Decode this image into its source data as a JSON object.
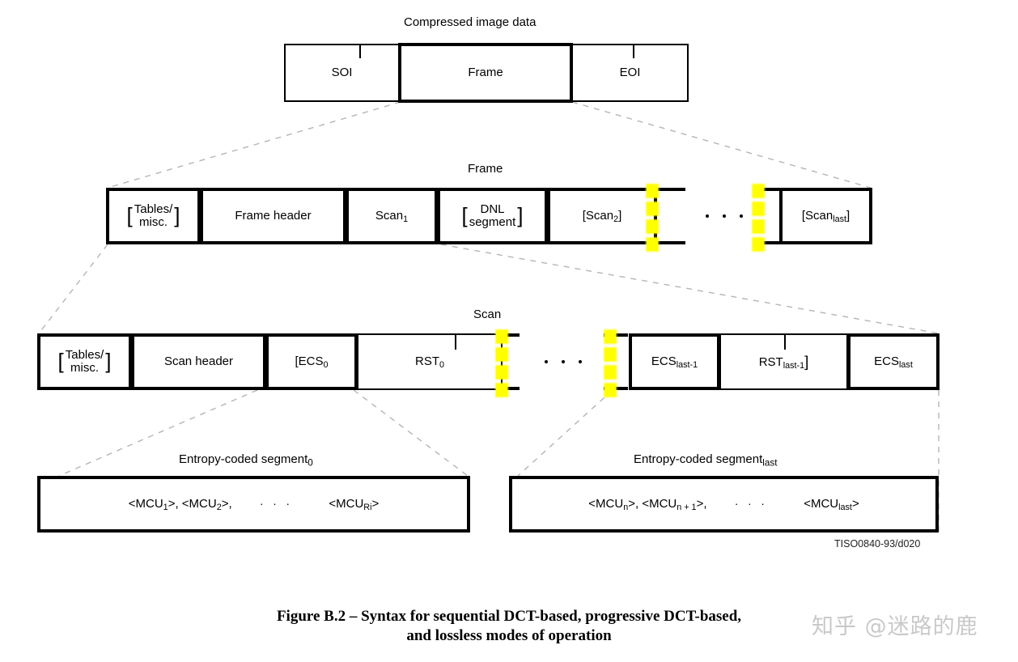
{
  "figure": {
    "id_code": "TISO0840-93/d020",
    "caption_line1": "Figure B.2 – Syntax for sequential DCT-based, progressive DCT-based,",
    "caption_line2": "and lossless modes of operation",
    "watermark": "知乎 @迷路的鹿"
  },
  "colors": {
    "highlight": "#ffff00",
    "stroke": "#000000",
    "background": "#ffffff",
    "connector": "#b5b5b5"
  },
  "levels": [
    {
      "name": "compressed-image-data",
      "title": "Compressed image data",
      "cells": [
        {
          "label": "SOI",
          "emphasis": "normal"
        },
        {
          "label": "Frame",
          "emphasis": "bold"
        },
        {
          "label": "EOI",
          "emphasis": "normal"
        }
      ]
    },
    {
      "name": "frame",
      "title": "Frame",
      "cells": [
        {
          "label": "Tables/ misc.",
          "line1": "Tables/",
          "line2": "misc.",
          "bracket": "both",
          "emphasis": "normal"
        },
        {
          "label": "Frame header",
          "emphasis": "normal"
        },
        {
          "label": "Scan",
          "sub": "1",
          "emphasis": "normal"
        },
        {
          "label": "DNL segment",
          "line1": "DNL",
          "line2": "segment",
          "bracket": "both",
          "emphasis": "normal"
        },
        {
          "label": "[Scan",
          "sub": "2",
          "suffix": "]",
          "emphasis": "normal"
        },
        {
          "label": "[Scan",
          "sub": "last",
          "suffix": "]",
          "emphasis": "normal"
        }
      ],
      "ellipsis": "· · ·"
    },
    {
      "name": "scan",
      "title": "Scan",
      "cells": [
        {
          "label": "Tables/ misc.",
          "line1": "Tables/",
          "line2": "misc.",
          "bracket": "both",
          "emphasis": "normal"
        },
        {
          "label": "Scan header",
          "emphasis": "normal"
        },
        {
          "label": "[ECS",
          "sub": "0",
          "emphasis": "normal"
        },
        {
          "label": "RST",
          "sub": "0",
          "emphasis": "normal"
        },
        {
          "label": "ECS",
          "sub": "last-1",
          "emphasis": "normal"
        },
        {
          "label": "RST",
          "sub": "last-1",
          "suffix": "]",
          "emphasis": "normal"
        },
        {
          "label": "ECS",
          "sub": "last",
          "emphasis": "normal"
        }
      ],
      "ellipsis": "· · ·"
    },
    {
      "name": "entropy-coded-segments",
      "segments": [
        {
          "title": "Entropy-coded segment",
          "title_sub": "0",
          "content_parts": [
            {
              "text": "<MCU",
              "sub": "1",
              "suffix": ">, "
            },
            {
              "text": "<MCU",
              "sub": "2",
              "suffix": ">, "
            },
            {
              "text": "· · ·",
              "sub": "",
              "suffix": ""
            },
            {
              "text": "<MCU",
              "sub": "Ri",
              "suffix": ">"
            }
          ]
        },
        {
          "title": "Entropy-coded segment",
          "title_sub": "last",
          "content_parts": [
            {
              "text": "<MCU",
              "sub": "n",
              "suffix": ">, "
            },
            {
              "text": "<MCU",
              "sub": "n + 1",
              "suffix": ">, "
            },
            {
              "text": "· · ·",
              "sub": "",
              "suffix": ""
            },
            {
              "text": "<MCU",
              "sub": "last",
              "suffix": ">"
            }
          ]
        }
      ]
    }
  ]
}
